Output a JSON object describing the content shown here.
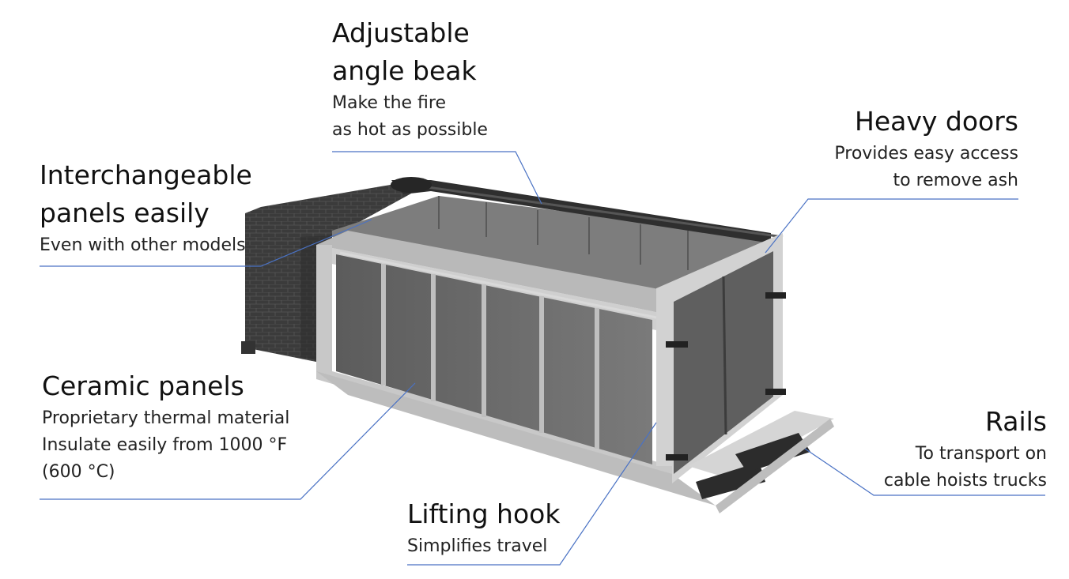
{
  "callouts": {
    "beak": {
      "title": "Adjustable\nangle beak",
      "desc": "Make the fire\nas hot as possible"
    },
    "panels_interchange": {
      "title": "Interchangeable\npanels easily",
      "desc": "Even with other models"
    },
    "doors": {
      "title": "Heavy doors",
      "desc": "Provides easy access\nto remove ash"
    },
    "ceramic": {
      "title": "Ceramic panels",
      "desc": "Proprietary thermal material\nInsulate easily from 1000 °F\n(600 °C)"
    },
    "hook": {
      "title": "Lifting hook",
      "desc": "Simplifies travel"
    },
    "rails": {
      "title": "Rails",
      "desc": "To transport on\ncable hoists trucks"
    }
  },
  "colors": {
    "leader_line": "#4a72c4",
    "frame": "#c9c9c9",
    "panel": "#6e6e6e",
    "panel_dark": "#4a4a4a",
    "brick": "#3f3f3f",
    "pipe": "#2f2f2f"
  }
}
